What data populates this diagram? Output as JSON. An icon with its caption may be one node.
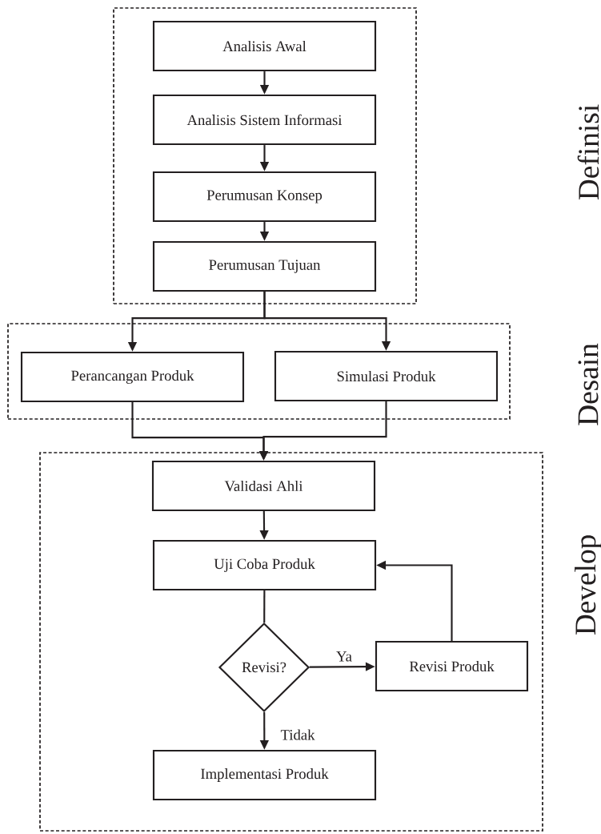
{
  "diagram": {
    "nodes": [
      {
        "text": [],
        "shape": "box"
      },
      {
        "text": [
          "Analisis Awal"
        ],
        "in": 0
      },
      {
        "text": [
          "Analisis Sistem Informasi"
        ],
        "in": 0
      },
      {
        "text": [
          "Perumusan Konsep"
        ],
        "in": 0
      },
      {
        "text": [
          "Perumusan Tujuan"
        ],
        "in": 0
      },
      {
        "text": [],
        "shape": "box"
      },
      {
        "text": [
          "Perancangan Produk"
        ],
        "in": 5
      },
      {
        "text": [
          "Simulasi Produk"
        ],
        "in": 5
      },
      {
        "text": [],
        "shape": "box"
      },
      {
        "text": [
          "Validasi Ahli"
        ],
        "in": 8
      },
      {
        "text": [
          "Uji Coba Produk"
        ],
        "in": 8
      },
      {
        "text": [
          "Revisi?"
        ],
        "in": 8
      },
      {
        "text": [
          "Revisi Produk"
        ],
        "in": 8
      },
      {
        "text": [
          "Implementasi Produk"
        ],
        "in": 8
      }
    ],
    "edges": [
      {
        "from": 1,
        "to": 2,
        "arrow": "to"
      },
      {
        "from": 2,
        "to": 3,
        "arrow": "to"
      },
      {
        "from": 3,
        "to": 4,
        "arrow": "to"
      },
      {
        "from": 4,
        "to": 6,
        "arrow": "to"
      },
      {
        "from": 4,
        "to": 7,
        "arrow": "to"
      },
      {
        "from": 6,
        "to": 9,
        "arrow": "to"
      },
      {
        "from": 7,
        "to": 9,
        "arrow": "to"
      },
      {
        "from": 9,
        "to": 10,
        "arrow": "to"
      },
      {
        "from": 10,
        "to": 11,
        "arrow": "none"
      },
      {
        "from": 11,
        "to": 12,
        "arrow": "to",
        "label": "Ya"
      },
      {
        "from": 12,
        "to": 10,
        "arrow": "to"
      },
      {
        "from": 11,
        "to": 13,
        "arrow": "to",
        "label": "Tidak"
      }
    ],
    "labels": [
      "Definisi",
      "Desain",
      "Develop"
    ]
  }
}
